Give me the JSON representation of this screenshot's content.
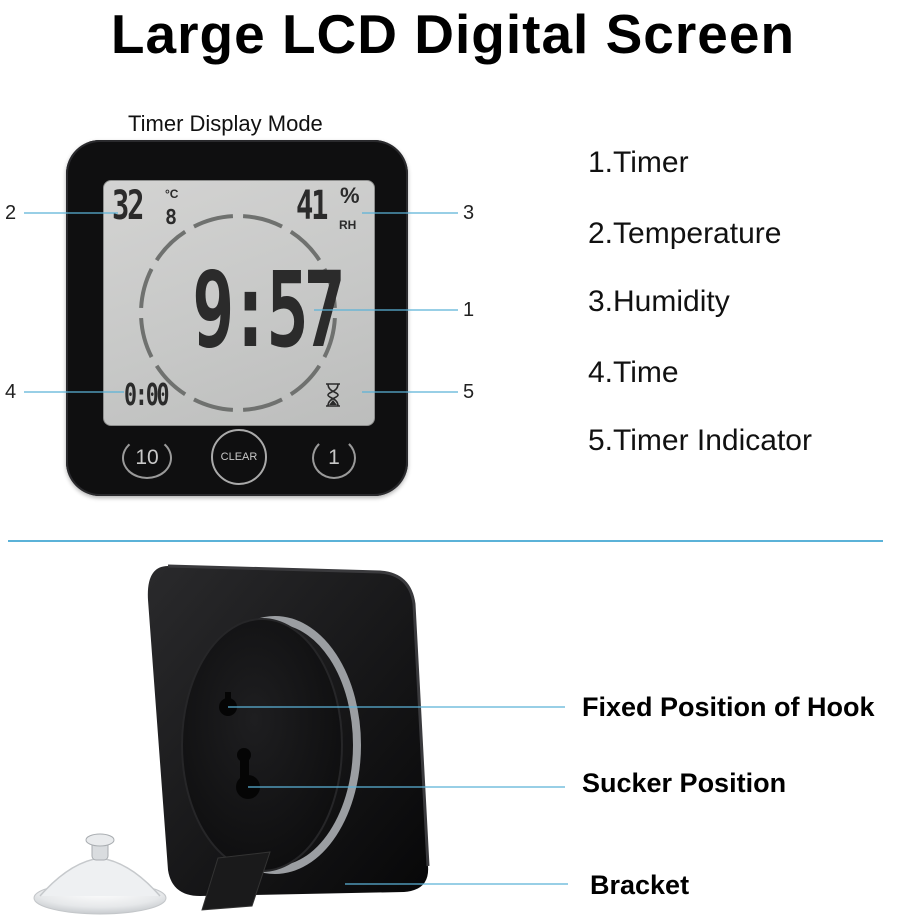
{
  "title": "Large LCD Digital Screen",
  "mode_label": "Timer Display Mode",
  "lcd": {
    "temperature": "32",
    "temperature_decimal": "8",
    "temperature_unit": "°C",
    "humidity": "41",
    "humidity_percent": "%",
    "humidity_unit": "RH",
    "timer": "9:57",
    "time": "0:00"
  },
  "buttons": {
    "ten": "10",
    "clear": "CLEAR",
    "one": "1"
  },
  "callouts": {
    "n1": "1",
    "n2": "2",
    "n3": "3",
    "n4": "4",
    "n5": "5"
  },
  "legend": [
    "1.Timer",
    "2.Temperature",
    "3.Humidity",
    "4.Time",
    "5.Timer Indicator"
  ],
  "back_labels": {
    "hook": "Fixed Position of Hook",
    "sucker": "Sucker Position",
    "bracket": "Bracket"
  },
  "colors": {
    "callout_line": "#5bb2d8",
    "divider": "#5bb2d8",
    "clock_body": "#0f0f10",
    "lcd_background": "#c8c9c8"
  }
}
